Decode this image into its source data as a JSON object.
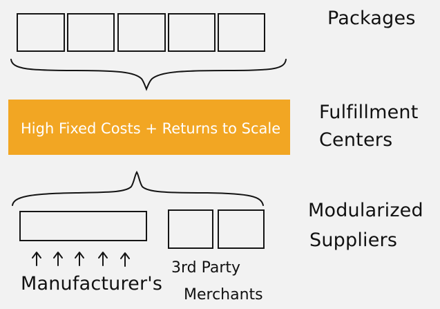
{
  "labels": {
    "packages": "Packages",
    "fulfillment_line1": "Fulfillment",
    "fulfillment_line2": "Centers",
    "modular_line1": "Modularized",
    "modular_line2": "Suppliers",
    "band_text": "High Fixed Costs + Returns to Scale",
    "manufacturers": "Manufacturer's",
    "third_party_line1": "3rd Party",
    "third_party_line2": "Merchants"
  },
  "colors": {
    "background": "#f2f2f2",
    "ink": "#141414",
    "band": "#f2a623",
    "band_text": "#ffffff"
  },
  "counts": {
    "package_boxes": 5,
    "supplier_side_boxes": 2,
    "upward_arrows": 5
  }
}
